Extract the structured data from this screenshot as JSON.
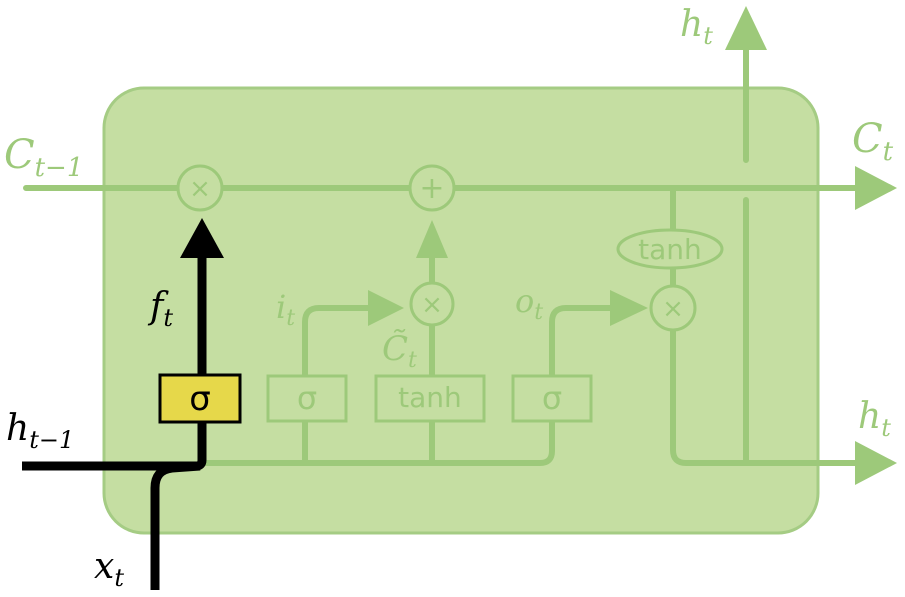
{
  "colors": {
    "cell_fill": "#c5deA2",
    "cell_border": "#9fcb7c",
    "faded": "#9dc97a",
    "active": "#000000",
    "sigma_active_fill": "#e6d84a",
    "background": "#ffffff"
  },
  "labels": {
    "c_prev": {
      "base": "C",
      "sub": "t−1"
    },
    "c_next": {
      "base": "C",
      "sub": "t"
    },
    "h_top": {
      "base": "h",
      "sub": "t"
    },
    "h_right": {
      "base": "h",
      "sub": "t"
    },
    "h_prev": {
      "base": "h",
      "sub": "t−1"
    },
    "x_in": {
      "base": "x",
      "sub": "t"
    },
    "f_gate": {
      "base": "f",
      "sub": "t"
    },
    "i_gate": {
      "base": "i",
      "sub": "t"
    },
    "c_tilde": {
      "base": "C̃",
      "sub": "t"
    },
    "o_gate": {
      "base": "o",
      "sub": "t"
    }
  },
  "ops": {
    "forget_mult": "×",
    "add": "+",
    "input_mult": "×",
    "output_mult": "×",
    "tanh_oval": "tanh"
  },
  "boxes": {
    "sigma_forget": "σ",
    "sigma_input": "σ",
    "tanh_candidate": "tanh",
    "sigma_output": "σ"
  }
}
